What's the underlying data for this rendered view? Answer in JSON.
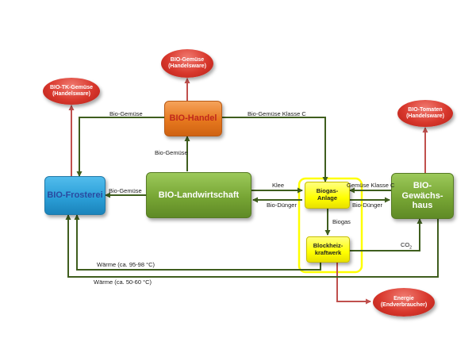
{
  "nodes": {
    "handel": "BIO-Handel",
    "landwirtschaft": "BIO-Landwirtschaft",
    "frosterei": "BIO-Frosterei",
    "gewaechshaus": "BIO-\nGewächs-\nhaus",
    "biogas": "Biogas-\nAnlage",
    "bhkw": "Blockheiz-\nkraftwerk"
  },
  "outputs": {
    "gemuese_handelsware": "BIO-Gemüse\n(Handelsware)",
    "tk_gemuese": "BIO-TK-Gemüse\n(Handelsware)",
    "tomaten": "BIO-Tomaten\n(Handelsware)",
    "energie": "Energie\n(Endverbraucher)"
  },
  "labels": {
    "bio_gemuese_top": "Bio-Gemüse",
    "bio_gemuese_klasse_c": "Bio-Gemüse Klasse C",
    "bio_gemuese_vertical": "Bio-Gemüse",
    "bio_gemuese_left": "Bio-Gemüse",
    "klee": "Klee",
    "bio_duenger_left": "Bio-Dünger",
    "gemuese_klasse_c": "Gemüse Klasse C",
    "bio_duenger_right": "Bio-Dünger",
    "biogas": "Biogas",
    "co2": "CO",
    "co2_sub": "2",
    "waerme_high": "Wärme (ca. 95-98 °C)",
    "waerme_low": "Wärme (ca. 50-60 °C)"
  },
  "colors": {
    "flow_green": "#3f5e1e",
    "output_red": "#c0504d",
    "highlight_yellow": "#ffff00",
    "node_green": "#77a534",
    "node_orange": "#e6781e",
    "node_blue": "#2b9fd8",
    "node_yellow": "#ffff00"
  }
}
